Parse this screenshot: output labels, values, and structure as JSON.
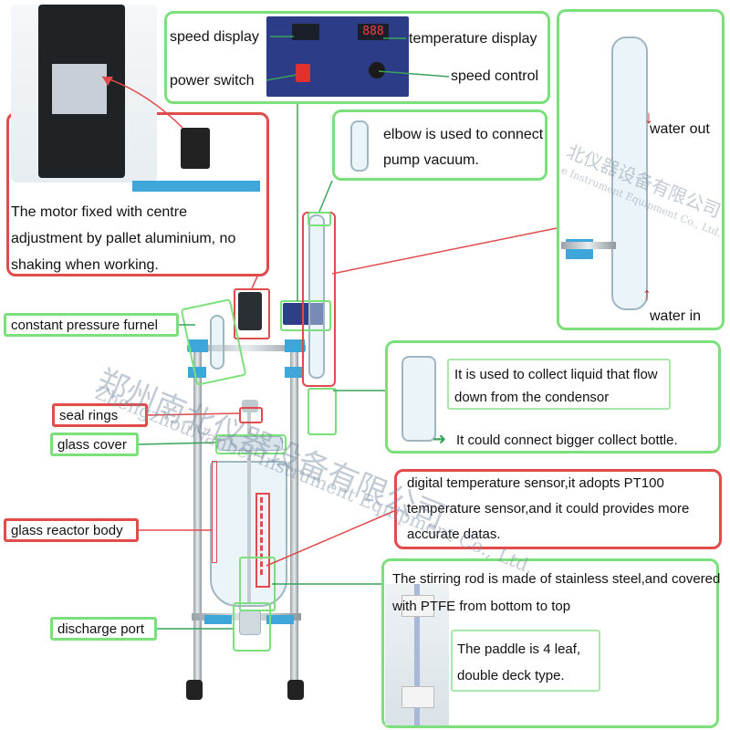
{
  "labels": {
    "speed_display": "speed display",
    "temperature_display": "temperature display",
    "power_switch": "power switch",
    "speed_control": "speed control",
    "elbow": "elbow is used to connect pump vacuum.",
    "water_out": "water out",
    "water_in": "water in",
    "motor": "The motor fixed with centre adjustment by pallet aluminium, no shaking when working.",
    "constant_pressure_funnel": "constant pressure furnel",
    "collect_liquid": "It is used to collect liquid that flow down from the condensor",
    "collect_bottle": "It could connect bigger collect bottle.",
    "seal_rings": "seal rings",
    "glass_cover": "glass cover",
    "temp_sensor": "digital temperature sensor,it adopts PT100 temperature sensor,and it could provides more accurate datas.",
    "glass_reactor_body": "glass reactor body",
    "stirring_rod": "The stirring rod is made of stainless steel,and covered with PTFE from bottom to top",
    "paddle": "The paddle is 4 leaf, double deck type.",
    "discharge_port": "discharge port"
  },
  "panel": {
    "display_digits": "888"
  },
  "watermark": {
    "cn_main": "郑州南北仪器设备有限公司",
    "en_main": "ZhengzhouNanbei Instrument Equipment Co., Ltd.",
    "cn_small": "北仪器设备有限公司",
    "en_small": "e Instrument Equipment Co., Ltd."
  },
  "colors": {
    "callout_green": "#7be07b",
    "callout_red": "#e24b4b",
    "frame_blue": "#3fa6d9"
  }
}
